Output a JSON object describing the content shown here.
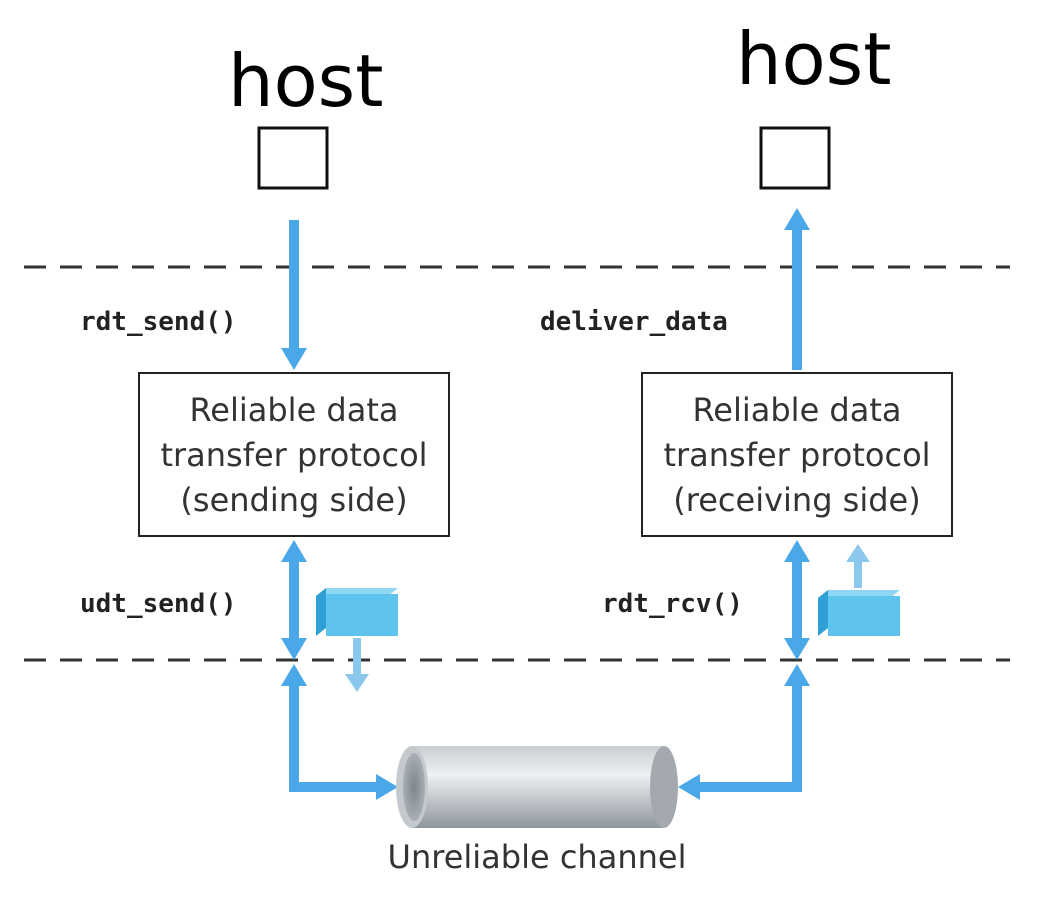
{
  "left_host": {
    "label": "host"
  },
  "right_host": {
    "label": "host"
  },
  "sender": {
    "top_call": "rdt_send()",
    "bottom_call": "udt_send()",
    "box_lines": [
      "Reliable data",
      "transfer protocol",
      "(sending side)"
    ]
  },
  "receiver": {
    "top_call": "deliver_data",
    "bottom_call": "rdt_rcv()",
    "box_lines": [
      "Reliable data",
      "transfer protocol",
      "(receiving side)"
    ]
  },
  "channel": {
    "label": "Unreliable channel"
  },
  "colors": {
    "arrow": "#4aa8e8",
    "packet": "#5ec4ee",
    "packet_shade": "#2f9fd6",
    "box_border": "#222222",
    "dash": "#333333",
    "pipe_light": "#e4e7ea",
    "pipe_dark": "#8c9299"
  }
}
